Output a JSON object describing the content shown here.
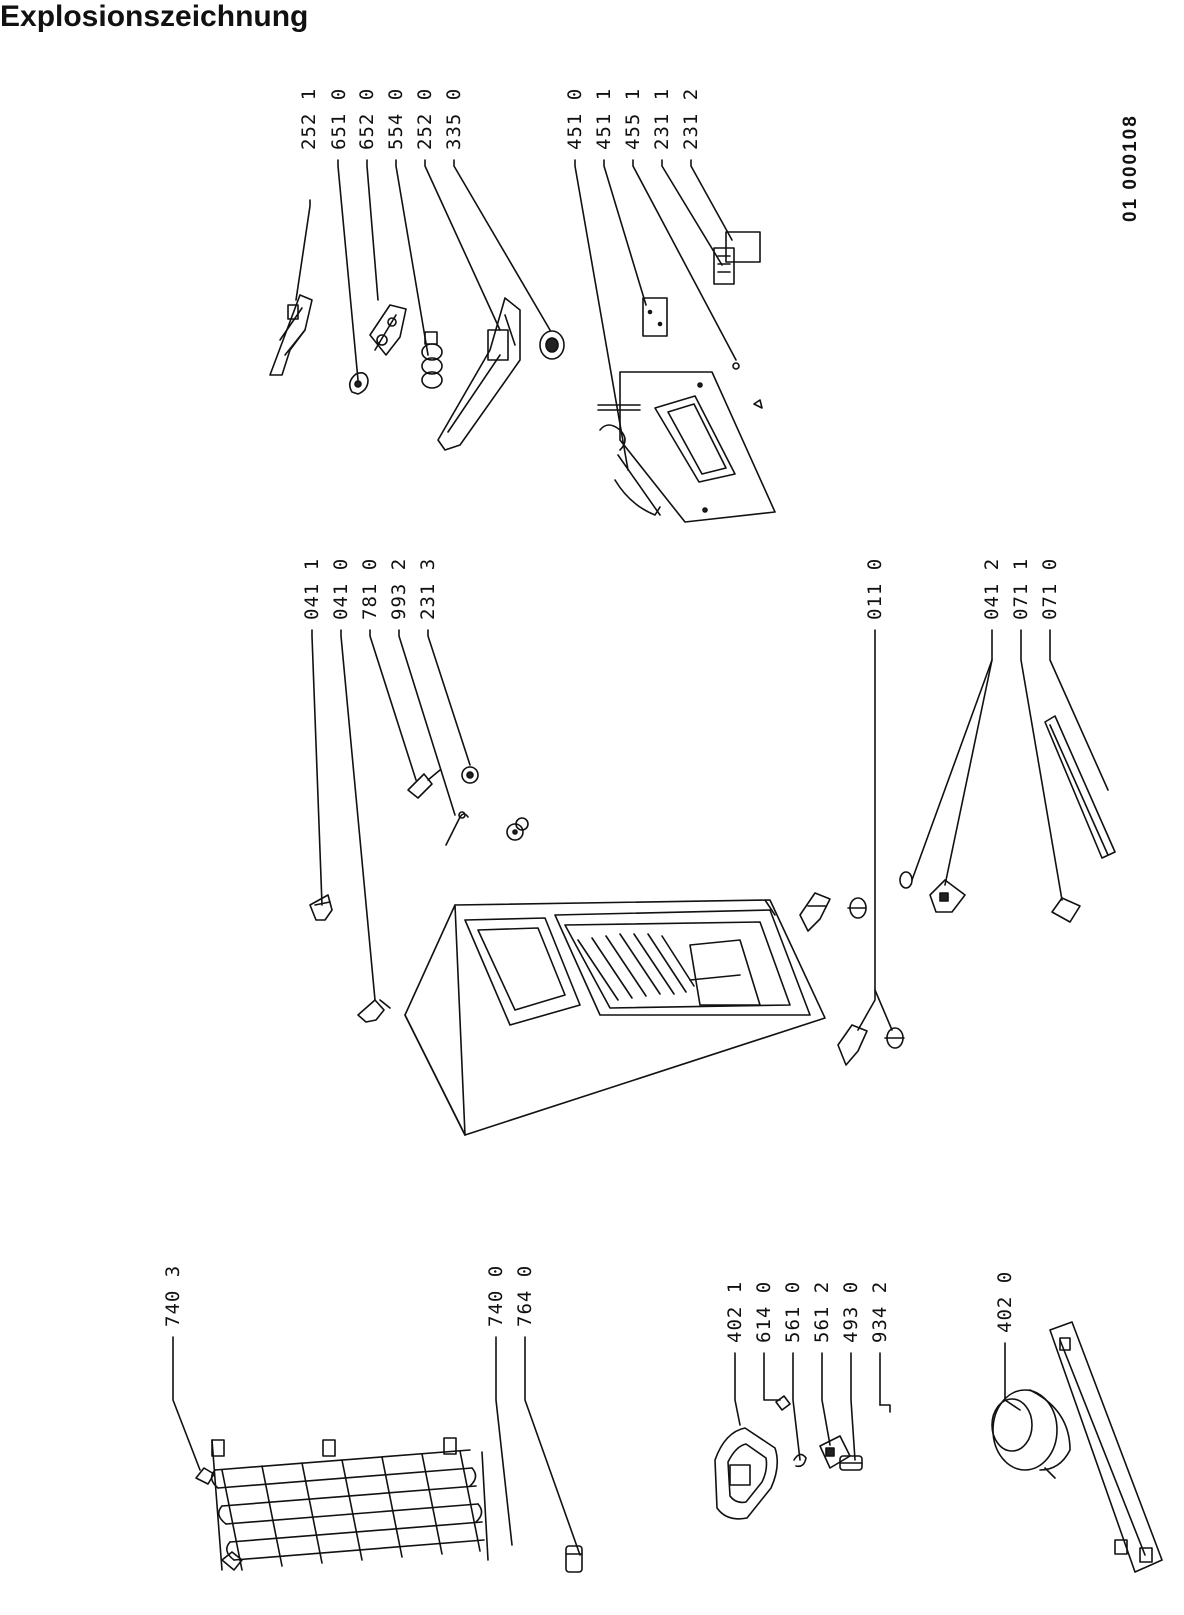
{
  "title": "Explosionszeichnung",
  "doc_id": "01  000108",
  "part_groups": {
    "top_right": [
      "252 1",
      "651 0",
      "652 0",
      "554 0",
      "252 0",
      "335 0"
    ],
    "right_panel": [
      "451 0",
      "451 1",
      "455 1",
      "231 1",
      "231 2"
    ],
    "middle_top": [
      "041 1",
      "041 0",
      "781 0",
      "993 2",
      "231 3"
    ],
    "middle_single": [
      "011 0"
    ],
    "middle_bottom": [
      "041 2",
      "071 1",
      "071 0"
    ],
    "left_top": [
      "740 3"
    ],
    "left_mid": [
      "740 0",
      "764 0"
    ],
    "left_lower": [
      "402 1",
      "614 0",
      "561 0",
      "561 2",
      "493 0",
      "934 2"
    ],
    "left_bottom": [
      "402 0"
    ]
  }
}
